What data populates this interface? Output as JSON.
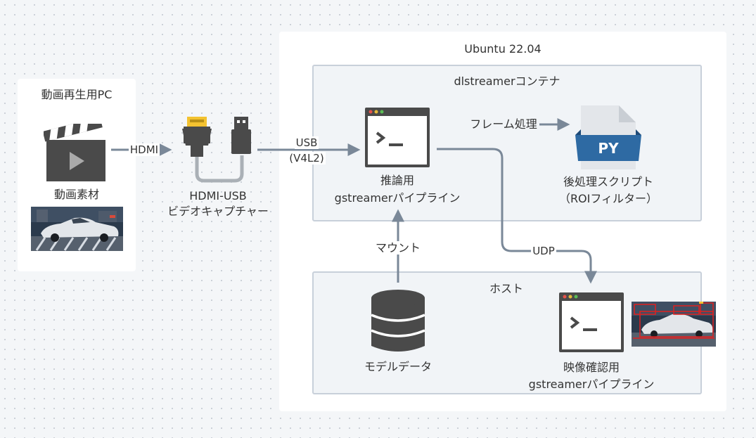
{
  "left_panel": {
    "title": "動画再生用PC",
    "source_label": "動画素材",
    "icon": "clapperboard-icon"
  },
  "capture": {
    "label_line1": "HDMI-USB",
    "label_line2": "ビデオキャプチャー",
    "icon": "hdmi-usb-cable-icon"
  },
  "edges": {
    "hdmi": "HDMI",
    "usb_line1": "USB",
    "usb_line2": "(V4L2)",
    "frame_processing": "フレーム処理",
    "udp": "UDP",
    "mount": "マウント"
  },
  "ubuntu": {
    "title": "Ubuntu 22.04",
    "container": {
      "title": "dlstreamerコンテナ",
      "inference_line1": "推論用",
      "inference_line2": "gstreamerパイプライン",
      "script_badge": "PY",
      "script_line1": "後処理スクリプト",
      "script_line2": "（ROIフィルター）"
    },
    "host": {
      "title": "ホスト",
      "model_label": "モデルデータ",
      "viewer_line1": "映像確認用",
      "viewer_line2": "gstreamerパイプライン"
    }
  },
  "colors": {
    "arrow": "#7a8898",
    "dark_icon": "#4a4a4a",
    "py_blue": "#2e6aa3",
    "hdmi_yellow": "#f3c230",
    "box_border": "#c8d0da"
  }
}
